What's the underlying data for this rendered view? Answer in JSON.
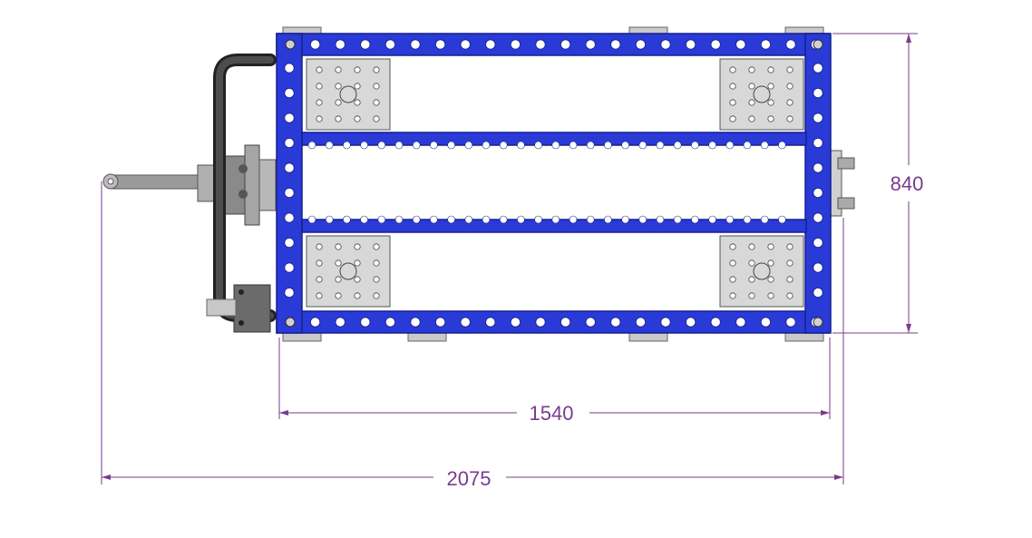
{
  "drawing": {
    "colors": {
      "frame_blue": "#2a3ad6",
      "frame_dark": "#15208f",
      "dimension": "#7a3b8f",
      "handle": "#3a3a3a",
      "plate": "#d8d8d8",
      "metal": "#9a9a9a"
    },
    "dimensions": {
      "width_inner": "1540",
      "width_total": "2075",
      "depth": "840"
    }
  }
}
